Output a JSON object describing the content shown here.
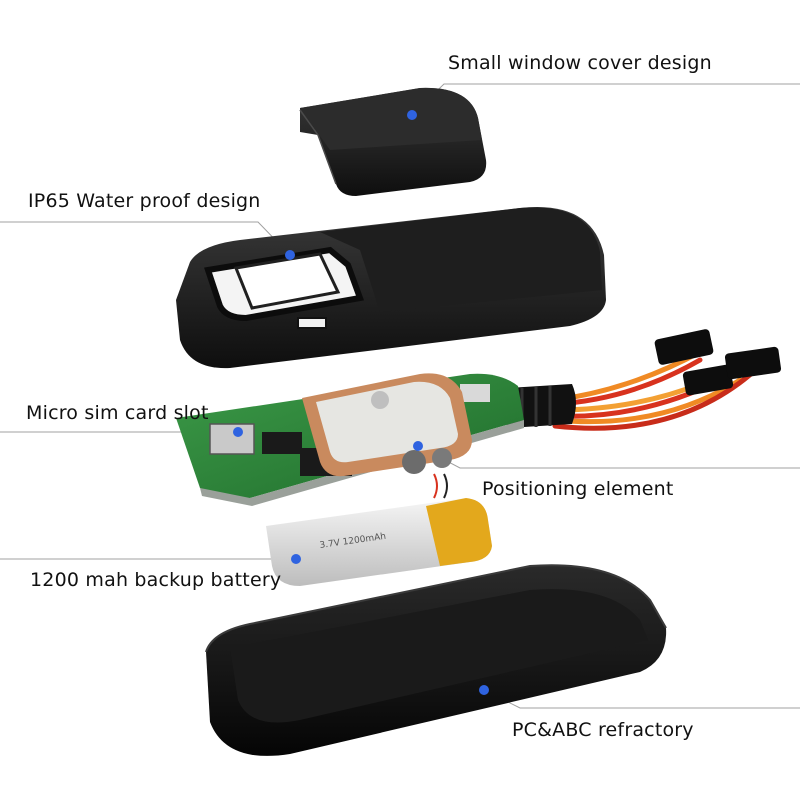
{
  "callouts": {
    "window_cover": "Small window cover design",
    "waterproof": "IP65 Water proof design",
    "sim_slot": "Micro sim card slot",
    "positioning": "Positioning element",
    "battery": "1200 mah backup battery",
    "case": "PC&ABC refractory"
  },
  "battery_print": "3.7V 1200mAh",
  "colors": {
    "marker_dot": "#2f63e0",
    "leader_line": "#9a9a9a",
    "housing": "#141414",
    "pcb": "#2e7d3a",
    "antenna": "#c98a5e",
    "battery_wrap": "#e8e8e8",
    "battery_tape": "#e3a81c",
    "wire_red": "#d8321e",
    "wire_orange": "#f08a24"
  }
}
